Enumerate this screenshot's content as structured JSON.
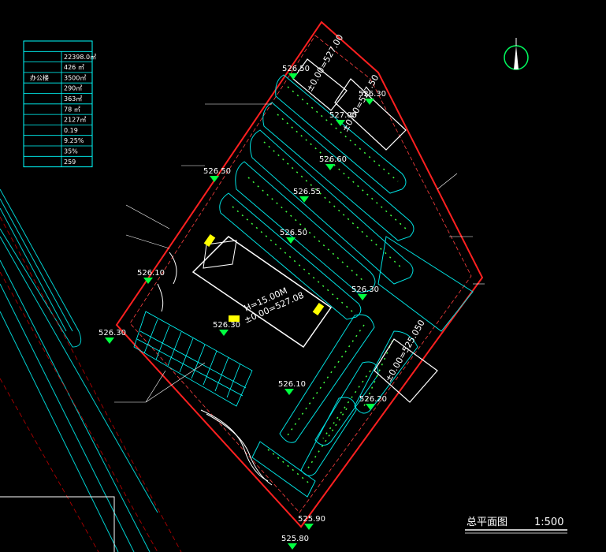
{
  "drawing": {
    "title": "总平面图",
    "scale": "1:500"
  },
  "stats_table": {
    "header": "",
    "rows": [
      {
        "label": "",
        "value": "22398.0㎡"
      },
      {
        "label": "",
        "value": "426 ㎡"
      },
      {
        "label": "办公楼",
        "value": "3500㎡"
      },
      {
        "label": "",
        "value": "290㎡"
      },
      {
        "label": "",
        "value": "363㎡"
      },
      {
        "label": "",
        "value": "78 ㎡"
      },
      {
        "label": "",
        "value": "2127㎡"
      },
      {
        "label": "",
        "value": "0.19"
      },
      {
        "label": "",
        "value": "9.25%"
      },
      {
        "label": "",
        "value": "35%"
      },
      {
        "label": "",
        "value": "259"
      }
    ]
  },
  "elevations": [
    "526.50",
    "527.00",
    "526.30",
    "526.60",
    "526.55",
    "526.50",
    "526.50",
    "526.10",
    "526.30",
    "526.30",
    "526.10",
    "526.20",
    "526.30",
    "525.90",
    "525.80"
  ],
  "buildings": [
    {
      "line1": "H=15.00M",
      "line2": "±0.00=527.08"
    },
    {
      "line1": "±0.00=527.00"
    },
    {
      "line1": "±0.00=527.50"
    },
    {
      "line1": "±0.00=525.050"
    }
  ]
}
